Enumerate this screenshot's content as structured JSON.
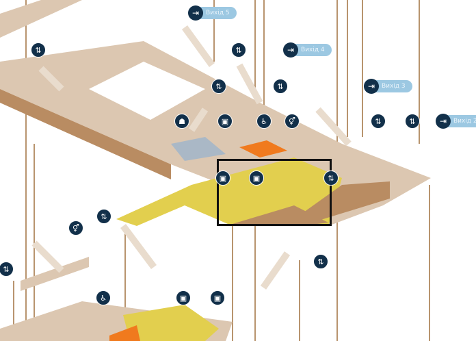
{
  "exits": [
    {
      "label": "Вихід 5"
    },
    {
      "label": "Вихід 4"
    },
    {
      "label": "Вихід 3"
    },
    {
      "label": "Вихід 2"
    }
  ],
  "icons": [
    "escalator-icon",
    "escalator-icon",
    "escalator-icon",
    "escalator-icon",
    "escalator-icon",
    "escalator-icon",
    "escalator-icon",
    "escalator-icon",
    "escalator-icon",
    "escalator-icon",
    "info-desk-icon",
    "ticket-machine-icon",
    "accessibility-icon",
    "toilet-icon",
    "toilet-icon",
    "ticket-machine-icon",
    "ticket-machine-icon",
    "accessibility-icon",
    "ticket-machine-icon",
    "ticket-machine-icon"
  ],
  "colors": {
    "floor": "#dcc7b1",
    "wall": "#b98c62",
    "platform": "#e2cf4e",
    "icon": "#12304a",
    "exit_label": "#9cc8e2",
    "highlight": "#111111"
  }
}
